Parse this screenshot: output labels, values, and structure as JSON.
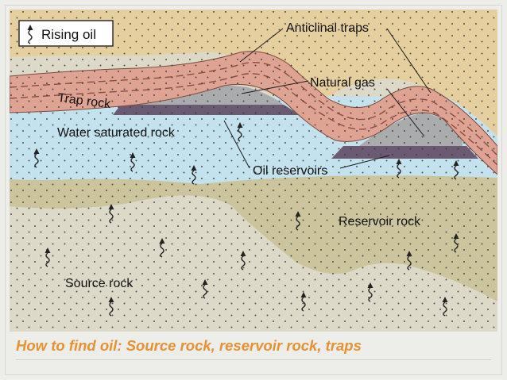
{
  "legend": {
    "label": "Rising oil",
    "icon": "rising-oil-arrow-icon"
  },
  "labels": {
    "anticlinal_traps": "Anticlinal traps",
    "natural_gas": "Natural gas",
    "trap_rock": "Trap rock",
    "water_saturated_rock": "Water saturated rock",
    "oil_reservoirs": "Oil reservoirs",
    "reservoir_rock": "Reservoir rock",
    "source_rock": "Source rock"
  },
  "caption": "How to find oil: Source rock, reservoir rock, traps",
  "colors": {
    "top_layer": "#e6cf9f",
    "trap_rock": "#dea393",
    "trap_rock_dash": "#8c4e42",
    "natural_gas": "#a9abad",
    "oil": "#6a5a72",
    "water": "#c3e2ee",
    "reservoir_band": "#cbc49c",
    "source_rock": "#dcd9c8",
    "caption": "#e89130"
  }
}
